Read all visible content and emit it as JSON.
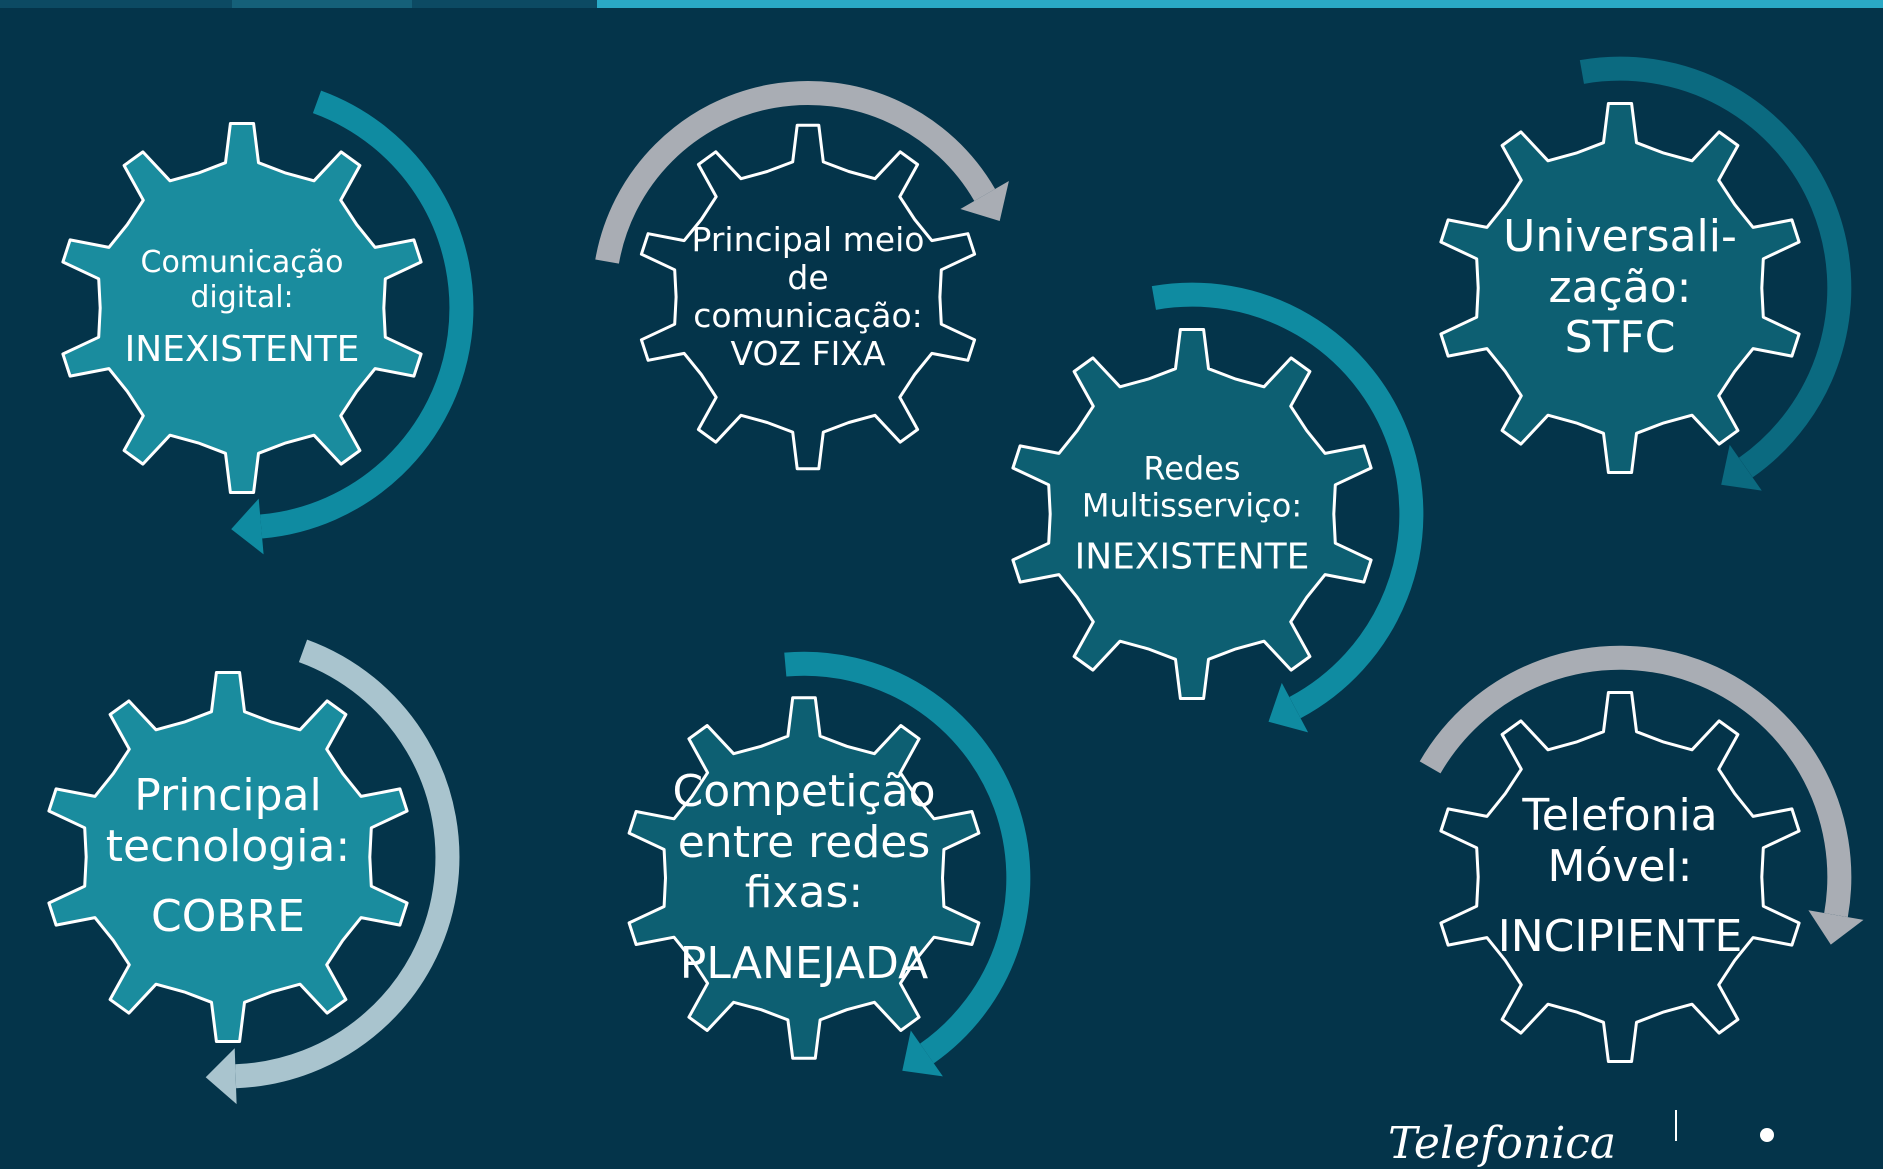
{
  "colors": {
    "background": "#04344a",
    "topbar": [
      "#0c4a63",
      "#156079",
      "#2aa9c6"
    ],
    "gear_light": "#1a8c9e",
    "gear_mid": "#0d5f72",
    "gear_dark": "#04344a",
    "gear_outline": "#ffffff",
    "arrow_teal": "#0f8ba1",
    "arrow_gray": "#a9adb4",
    "arrow_lightgray": "#a9c4ce",
    "arrow_darkteal": "#0b6a80"
  },
  "gears": [
    {
      "id": "comunicacao-digital",
      "title": "Comunicação digital:",
      "value": "INEXISTENTE",
      "fill": "light",
      "arrow": "teal"
    },
    {
      "id": "principal-meio",
      "title": "Principal meio de comunicação:",
      "value": "VOZ FIXA",
      "fill": "dark",
      "arrow": "gray"
    },
    {
      "id": "redes-multisservico",
      "title": "Redes Multisserviço:",
      "value": "INEXISTENTE",
      "fill": "mid",
      "arrow": "teal"
    },
    {
      "id": "universalizacao",
      "title": "Universali-zação:",
      "value": "STFC",
      "fill": "mid",
      "arrow": "darkteal"
    },
    {
      "id": "principal-tecnologia",
      "title": "Principal tecnologia:",
      "value": "COBRE",
      "fill": "light",
      "arrow": "lightgray"
    },
    {
      "id": "competicao",
      "title": "Competição entre redes fixas:",
      "value": "PLANEJADA",
      "fill": "mid",
      "arrow": "teal"
    },
    {
      "id": "telefonia-movel",
      "title": "Telefonia Móvel:",
      "value": "INCIPIENTE",
      "fill": "dark",
      "arrow": "gray"
    }
  ],
  "logo": {
    "script_text": "Telefonica"
  }
}
